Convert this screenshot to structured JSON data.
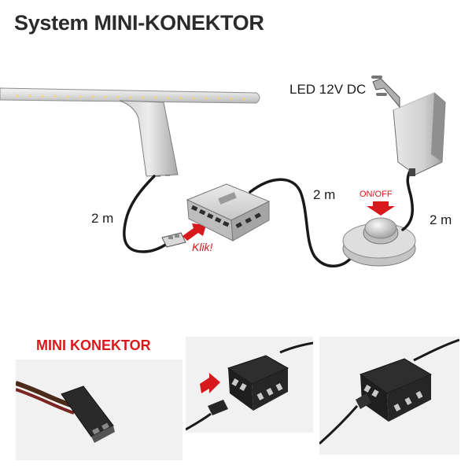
{
  "title": "System MINI-KONEKTOR",
  "labels": {
    "power_supply": "LED 12V DC",
    "cable_lamp": "2 m",
    "cable_middle": "2 m",
    "cable_supply": "2 m",
    "switch": "ON/OFF",
    "click": "Klik!"
  },
  "bottom": {
    "title": "MINI KONEKTOR"
  },
  "colors": {
    "accent_red": "#d7191c",
    "cable": "#1a1a1a",
    "device_grey": "#c9c9c9",
    "photo_bg": "#f1f1f1"
  }
}
